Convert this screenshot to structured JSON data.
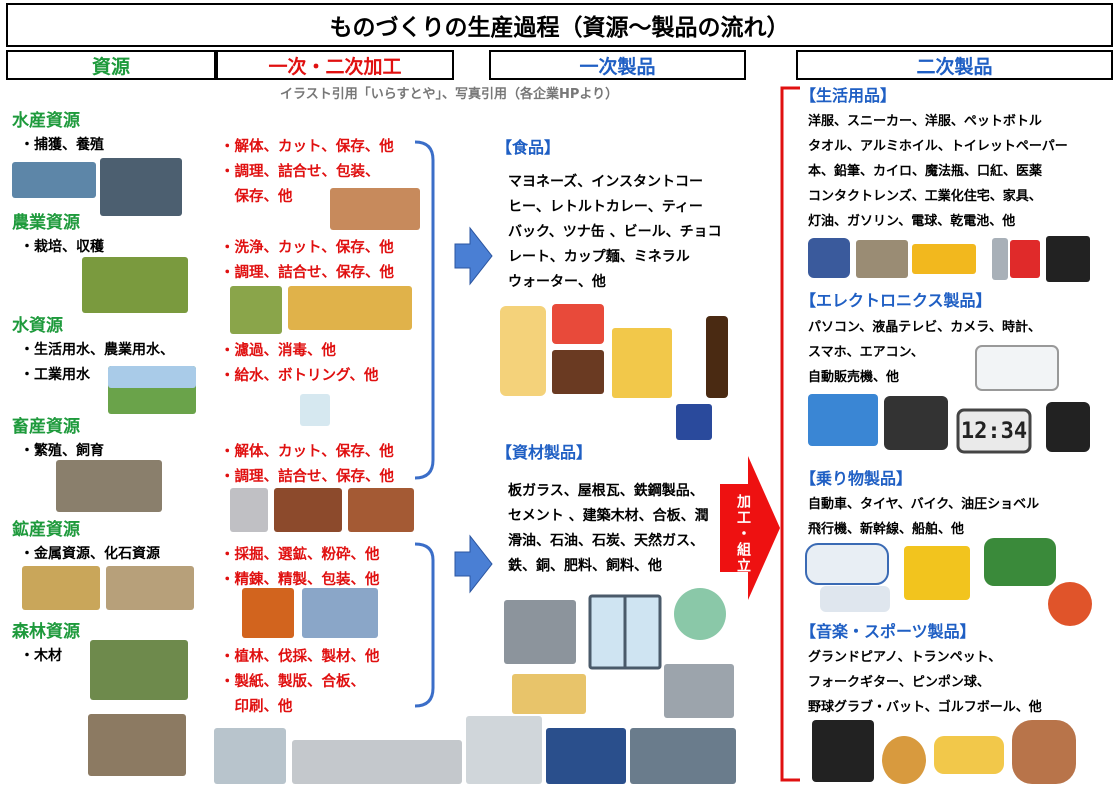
{
  "title": "ものづくりの生産過程（資源～製品の流れ）",
  "headers": {
    "resources": "資源",
    "processing": "一次・二次加工",
    "primary": "一次製品",
    "secondary": "二次製品"
  },
  "credit": "イラスト引用「いらすとや」、写真引用（各企業HPより）",
  "resources": [
    {
      "name": "水産資源",
      "sub": [
        "・捕獲、養殖"
      ]
    },
    {
      "name": "農業資源",
      "sub": [
        "・栽培、収穫"
      ]
    },
    {
      "name": "水資源",
      "sub": [
        "・生活用水、農業用水、",
        "・工業用水"
      ]
    },
    {
      "name": "畜産資源",
      "sub": [
        "・繁殖、飼育"
      ]
    },
    {
      "name": "鉱産資源",
      "sub": [
        "・金属資源、化石資源"
      ]
    },
    {
      "name": "森林資源",
      "sub": [
        "・木材"
      ]
    }
  ],
  "processing": [
    [
      "・解体、カット、保存、他",
      "・調理、詰合せ、包装、",
      "　保存、他"
    ],
    [
      "・洗浄、カット、保存、他",
      "・調理、詰合せ、保存、他"
    ],
    [
      "・濾過、消毒、他",
      "・給水、ボトリング、他"
    ],
    [
      "・解体、カット、保存、他",
      "・調理、詰合せ、保存、他"
    ],
    [
      "・採掘、選鉱、粉砕、他",
      "・精錬、精製、包装、他"
    ],
    [
      "・植林、伐採、製材、他",
      "・製紙、製版、合板、",
      "　印刷、他"
    ]
  ],
  "primary": {
    "food": {
      "title": "【食品】",
      "lines": [
        "マヨネーズ、インスタントコー",
        "ヒー、レトルトカレー、ティー",
        "バック、ツナ缶 、ビール、チョコ",
        "レート、カップ麺、ミネラル",
        "ウォーター、他"
      ]
    },
    "materials": {
      "title": "【資材製品】",
      "lines": [
        "板ガラス、屋根瓦、鉄鋼製品、",
        "セメント 、建築木材、合板、潤",
        "滑油、石油、石炭、天然ガス、",
        "鉄、銅、肥料、飼料、他"
      ]
    }
  },
  "assembly_label": "加工・組立",
  "secondary": [
    {
      "title": "【生活用品】",
      "lines": [
        "洋服、スニーカー、洋服、ペットボトル",
        "タオル、アルミホイル、トイレットペーパー",
        "本、鉛筆、カイロ、魔法瓶、口紅、医薬",
        "コンタクトレンズ、工業化住宅、家具、",
        "灯油、ガソリン、電球、乾電池、他"
      ]
    },
    {
      "title": "【エレクトロニクス製品】",
      "lines": [
        "パソコン、液晶テレビ、カメラ、時計、",
        "スマホ、エアコン、",
        "自動販売機、他"
      ]
    },
    {
      "title": "【乗り物製品】",
      "lines": [
        "自動車、タイヤ、バイク、油圧ショベル",
        "飛行機、新幹線、船舶、他"
      ]
    },
    {
      "title": "【音楽・スポーツ製品】",
      "lines": [
        "グランドピアノ、トランペット、",
        "フォークギター、ピンポン球、",
        "野球グラブ・バット、ゴルフボール、他"
      ]
    }
  ],
  "clock_display": "12:34",
  "colors": {
    "resource_green": "#1e9a3c",
    "process_red": "#e01010",
    "product_blue": "#1f5fc4",
    "arrow_blue": "#4a7fd4",
    "bracket_blue": "#3b6ec8"
  }
}
